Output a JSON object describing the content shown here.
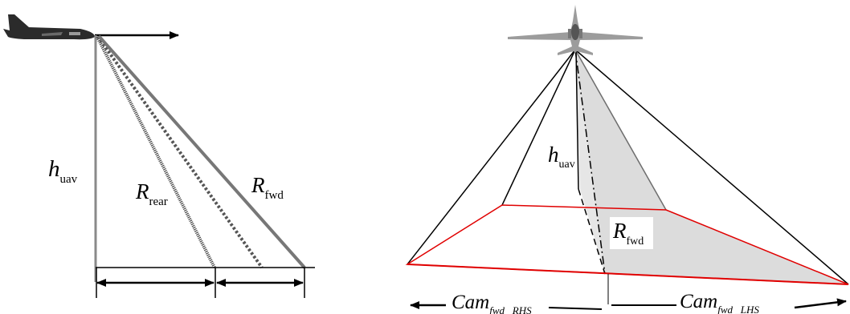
{
  "left_diagram": {
    "height_label": {
      "symbol": "h",
      "subscript": "uav"
    },
    "rear_range_label": {
      "symbol": "R",
      "subscript": "rear"
    },
    "fwd_range_label": {
      "symbol": "R",
      "subscript": "fwd"
    }
  },
  "right_diagram": {
    "height_label": {
      "symbol": "h",
      "subscript": "uav"
    },
    "fwd_range_label": {
      "symbol": "R",
      "subscript": "fwd"
    },
    "cam_rhs_label": {
      "symbol": "Cam",
      "subscript": "fwd _RHS"
    },
    "cam_lhs_label": {
      "symbol": "Cam",
      "subscript": "fwd _LHS"
    }
  },
  "colors": {
    "footprint_outline": "#e00000",
    "shaded_region": "#dcdcdc",
    "lines": "#000000",
    "ray_gray": "#6e6e6e"
  },
  "icons": [
    "side-view-aircraft-icon",
    "top-view-jet-icon"
  ]
}
